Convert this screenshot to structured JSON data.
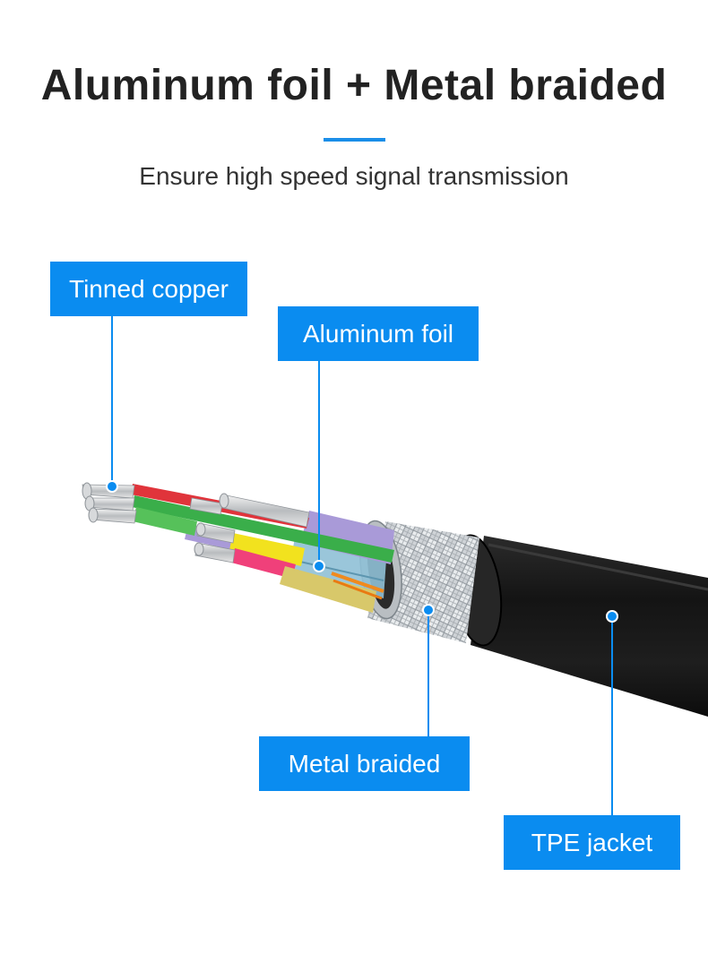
{
  "header": {
    "title": "Aluminum foil + Metal braided",
    "subtitle": "Ensure high speed signal transmission"
  },
  "labels": {
    "tinned_copper": "Tinned copper",
    "aluminum_foil": "Aluminum foil",
    "metal_braided": "Metal braided",
    "tpe_jacket": "TPE jacket"
  },
  "colors": {
    "accent": "#0a8cf0",
    "jacket": "#1c1c1c",
    "braid": "#c8ccd0",
    "foil": "#8fc0d6",
    "wire_red": "#e0343b",
    "wire_green": "#3aae4a",
    "wire_purple": "#a99ad8",
    "wire_yellow": "#f2e21e",
    "wire_pink": "#f0407a",
    "wire_olive": "#d8c86a",
    "wire_orange": "#f08a1e"
  }
}
